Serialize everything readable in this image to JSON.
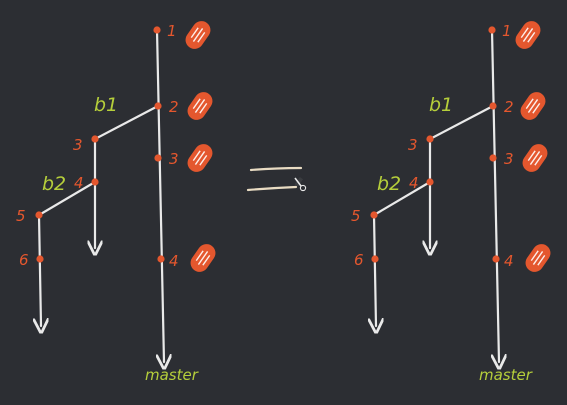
{
  "left_diagram": {
    "master_label": "master",
    "branch_labels": {
      "b1": "b1",
      "b2": "b2"
    },
    "master_commits": [
      "1",
      "2",
      "3",
      "4"
    ],
    "b1_commits": [
      "3",
      "4"
    ],
    "b2_commits": [
      "5",
      "6"
    ],
    "locked_commits": [
      "1",
      "2",
      "3",
      "4"
    ]
  },
  "right_diagram": {
    "master_label": "master",
    "branch_labels": {
      "b1": "b1",
      "b2": "b2"
    },
    "master_commits": [
      "1",
      "2",
      "3",
      "4"
    ],
    "b1_commits": [
      "3",
      "4"
    ],
    "b2_commits": [
      "5",
      "6"
    ],
    "locked_commits": [
      "1",
      "2",
      "3",
      "4"
    ]
  },
  "colors": {
    "background": "#2c2e33",
    "lines": "#e9e9e9",
    "commit_dot": "#e4572e",
    "label_green": "#b6cf3b",
    "lock": "#e4572e"
  },
  "icons": [
    "lock-icon",
    "pencil-icon"
  ]
}
